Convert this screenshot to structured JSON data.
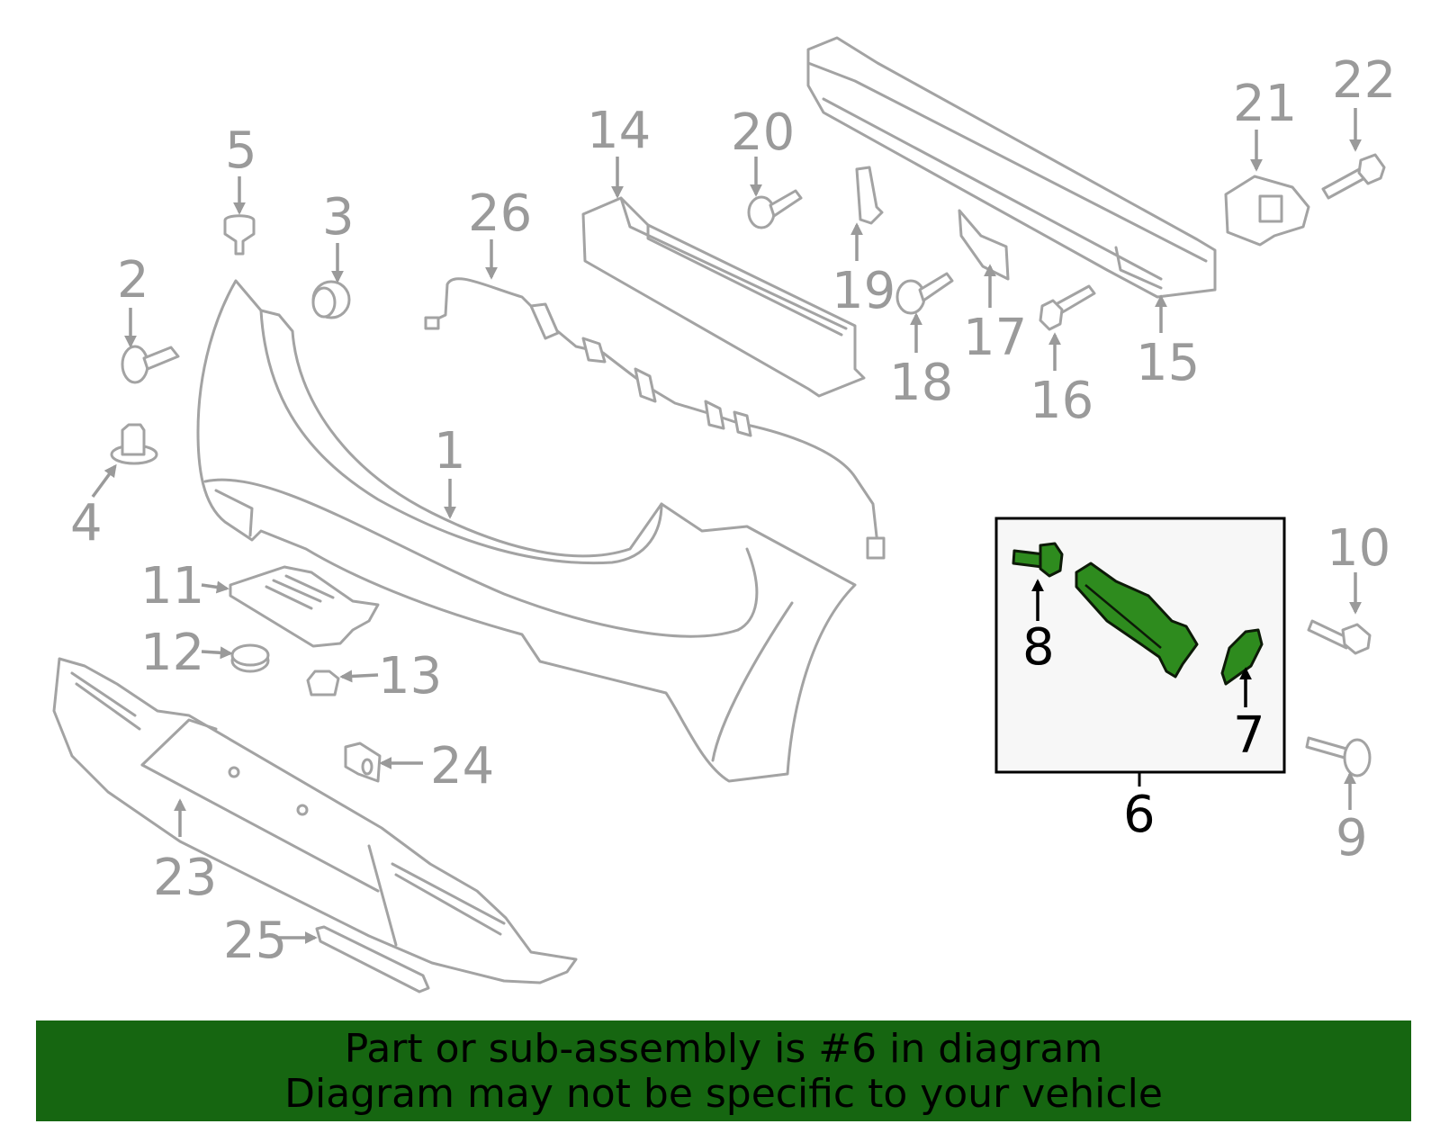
{
  "diagram": {
    "highlighted_part": "6",
    "callouts": [
      {
        "id": "1",
        "label": "1"
      },
      {
        "id": "2",
        "label": "2"
      },
      {
        "id": "3",
        "label": "3"
      },
      {
        "id": "4",
        "label": "4"
      },
      {
        "id": "5",
        "label": "5"
      },
      {
        "id": "6",
        "label": "6"
      },
      {
        "id": "7",
        "label": "7"
      },
      {
        "id": "8",
        "label": "8"
      },
      {
        "id": "9",
        "label": "9"
      },
      {
        "id": "10",
        "label": "10"
      },
      {
        "id": "11",
        "label": "11"
      },
      {
        "id": "12",
        "label": "12"
      },
      {
        "id": "13",
        "label": "13"
      },
      {
        "id": "14",
        "label": "14"
      },
      {
        "id": "15",
        "label": "15"
      },
      {
        "id": "16",
        "label": "16"
      },
      {
        "id": "17",
        "label": "17"
      },
      {
        "id": "18",
        "label": "18"
      },
      {
        "id": "19",
        "label": "19"
      },
      {
        "id": "20",
        "label": "20"
      },
      {
        "id": "21",
        "label": "21"
      },
      {
        "id": "22",
        "label": "22"
      },
      {
        "id": "23",
        "label": "23"
      },
      {
        "id": "24",
        "label": "24"
      },
      {
        "id": "25",
        "label": "25"
      },
      {
        "id": "26",
        "label": "26"
      }
    ],
    "colors": {
      "part_outline": "#a3a3a3",
      "callout_text": "#9a9a9a",
      "highlight_fill": "#2e8b1e",
      "highlight_box_bg": "#f7f7f7",
      "banner_bg": "#166611"
    }
  },
  "banner": {
    "line1": "Part or sub-assembly is #6 in diagram",
    "line2": "Diagram may not be specific to your vehicle"
  }
}
